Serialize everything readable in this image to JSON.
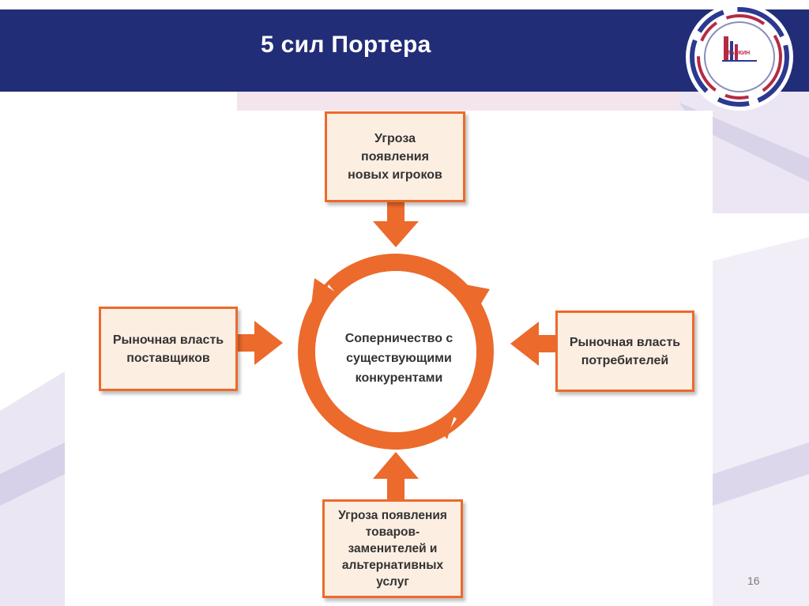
{
  "slide": {
    "title": "5 сил Портера",
    "page_number": "16"
  },
  "logo": {
    "text": "СТАНКИН"
  },
  "diagram": {
    "center": "Соперничество с\nсуществующими\nконкурентами",
    "forces": {
      "new_entrants": "Угроза\nпоявления\nновых игроков",
      "suppliers": "Рыночная власть\nпоставщиков",
      "buyers": "Рыночная власть\nпотребителей",
      "substitutes": "Угроза появления\nтоваров-\nзаменителей и\nальтернативных\nуслуг"
    }
  },
  "colors": {
    "header": "#222d78",
    "accent_orange": "#ec6a2c",
    "box_fill": "#fdeee2",
    "logo_red": "#b52a45",
    "logo_blue": "#2b3990"
  }
}
